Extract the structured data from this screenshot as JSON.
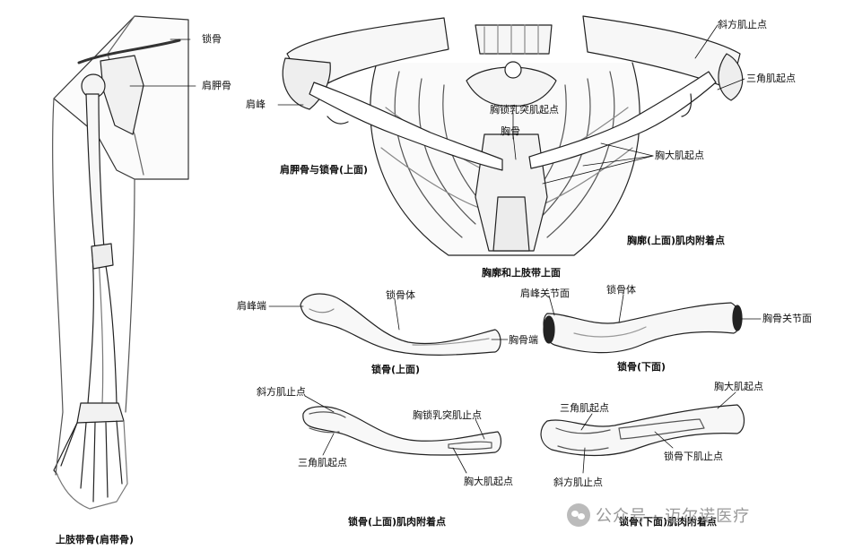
{
  "labels": {
    "arm_clavicle": "锁骨",
    "arm_scapula": "肩胛骨",
    "arm_caption": "上肢带骨(肩带骨)",
    "top_acromion": "肩峰",
    "top_caption_left": "肩胛骨与锁骨(上面)",
    "top_trapezius_insertion": "斜方肌止点",
    "top_deltoid_origin": "三角肌起点",
    "top_scm_origin": "胸锁乳突肌起点",
    "top_sternum": "胸骨",
    "top_pec_major_origin": "胸大肌起点",
    "top_caption_right": "胸廓(上面)肌肉附着点",
    "top_caption_bottom": "胸廓和上肢带上面",
    "sup_acromial_end": "肩峰端",
    "sup_body": "锁骨体",
    "sup_sternal_end": "胸骨端",
    "sup_caption": "锁骨(上面)",
    "inf_acromial_facet": "肩峰关节面",
    "inf_body": "锁骨体",
    "inf_sternal_facet": "胸骨关节面",
    "inf_caption": "锁骨(下面)",
    "att_trapezius_insertion": "斜方肌止点",
    "att_scm_insertion": "胸锁乳突肌止点",
    "att_deltoid_origin": "三角肌起点",
    "att_pec_major_origin": "胸大肌起点",
    "att_caption": "锁骨(上面)肌肉附着点",
    "inf2_deltoid_origin": "三角肌起点",
    "inf2_pec_major_origin": "胸大肌起点",
    "inf2_subclavius_insertion": "锁骨下肌止点",
    "inf2_trapezius_insertion": "斜方肌止点",
    "inf2_caption": "锁骨(下面)肌肉附着点"
  },
  "watermark": {
    "text": "公众号 · 迈尔诺医疗",
    "icon": "wechat-icon"
  }
}
